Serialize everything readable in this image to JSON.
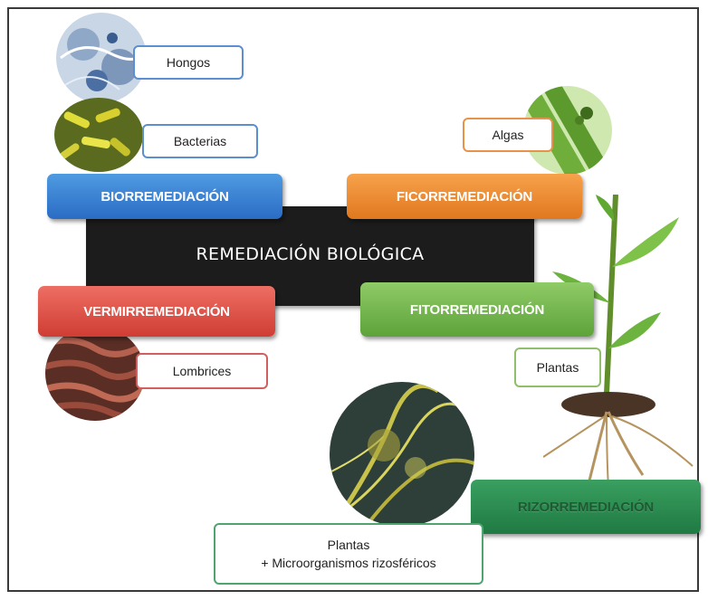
{
  "center": {
    "title": "REMEDIACIÓN BIOLÓGICA"
  },
  "categories": {
    "biorremediacion": "BIORREMEDIACIÓN",
    "ficorremediacion": "FICORREMEDIACIÓN",
    "vermirremediacion": "VERMIRREMEDIACIÓN",
    "fitorremediacion": "FITORREMEDIACIÓN",
    "rizorremediacion": "RIZORREMEDIACIÓN"
  },
  "organisms": {
    "hongos": "Hongos",
    "bacterias": "Bacterias",
    "algas": "Algas",
    "lombrices": "Lombrices",
    "plantas": "Plantas",
    "rizo_line1": "Plantas",
    "rizo_line2": "+ Microorganismos rizosféricos"
  },
  "colors": {
    "blue": "#2a6cc4",
    "orange": "#e0781f",
    "red": "#cf3d34",
    "green": "#5da23a",
    "dark_green": "#1f7a43",
    "center": "#1c1c1c"
  }
}
